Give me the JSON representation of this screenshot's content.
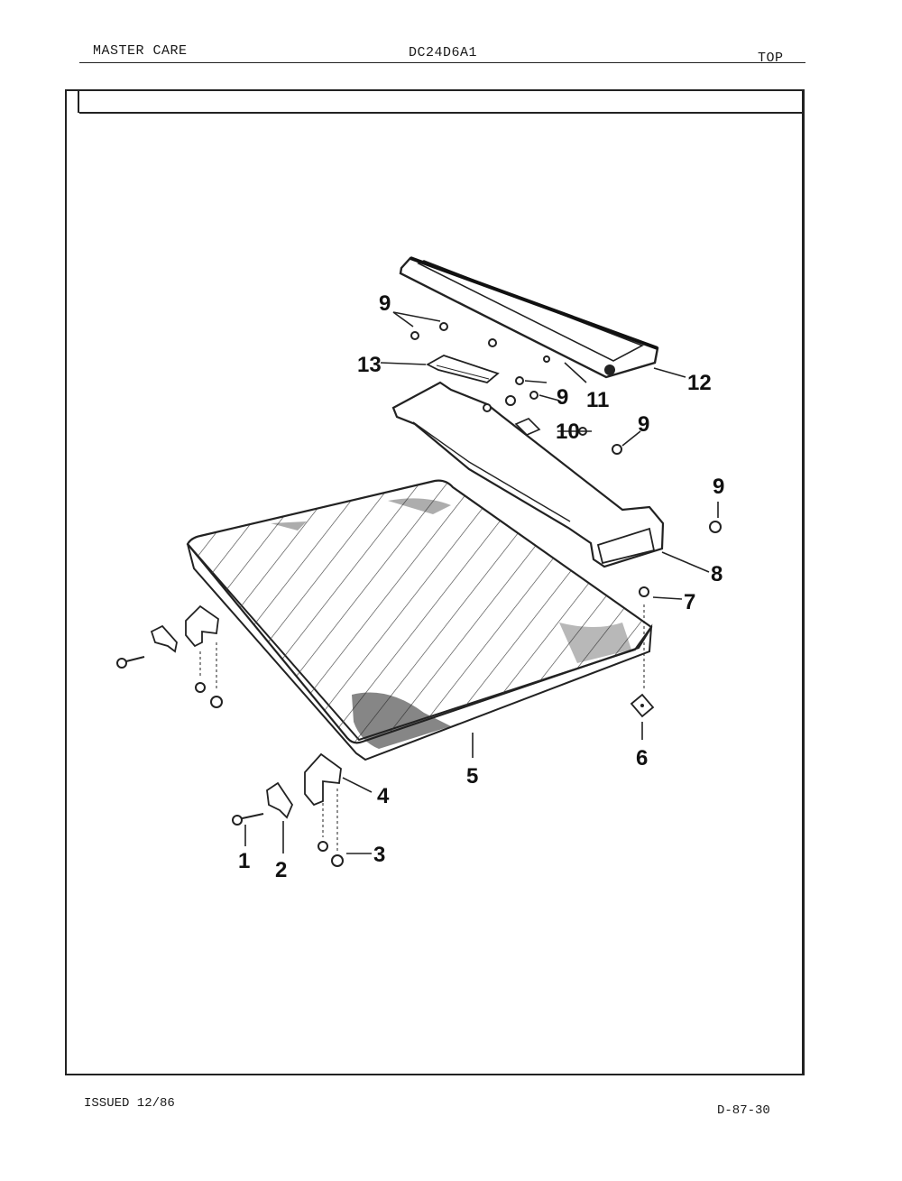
{
  "header": {
    "left": "MASTER CARE",
    "model": "DC24D6A1",
    "section": "TOP"
  },
  "footer": {
    "issued": "ISSUED 12/86",
    "page_code": "D-87-30"
  },
  "callouts": [
    "1",
    "2",
    "3",
    "4",
    "5",
    "6",
    "7",
    "8",
    "9",
    "9",
    "9",
    "9",
    "10",
    "11",
    "12",
    "13"
  ]
}
